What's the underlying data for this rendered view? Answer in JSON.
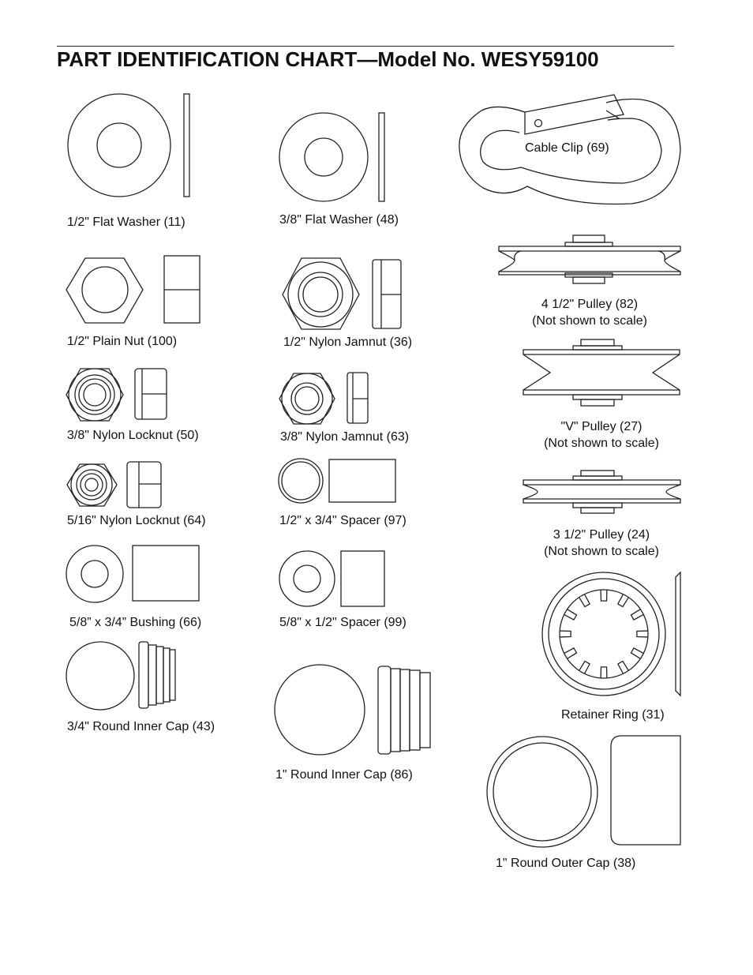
{
  "title": "PART IDENTIFICATION CHART—Model No. WESY59100",
  "parts": {
    "flat_washer_half": "1/2\" Flat Washer (11)",
    "flat_washer_3_8": "3/8\" Flat Washer (48)",
    "cable_clip": "Cable Clip (69)",
    "plain_nut": "1/2\" Plain Nut (100)",
    "nylon_jamnut_half": "1/2\" Nylon Jamnut (36)",
    "pulley_4_half": "4 1/2\" Pulley (82)",
    "pulley_4_half_note": "(Not shown to scale)",
    "nylon_locknut_3_8": "3/8\" Nylon Locknut (50)",
    "nylon_jamnut_3_8": "3/8\" Nylon Jamnut (63)",
    "v_pulley": "\"V\" Pulley (27)",
    "v_pulley_note": "(Not shown to scale)",
    "nylon_locknut_5_16": "5/16\" Nylon Locknut (64)",
    "spacer_97": "1/2\" x 3/4\" Spacer (97)",
    "pulley_3_half": "3 1/2\" Pulley (24)",
    "pulley_3_half_note": "(Not shown to scale)",
    "bushing": "5/8” x 3/4” Bushing (66)",
    "spacer_99": "5/8\" x 1/2\" Spacer (99)",
    "retainer_ring": "Retainer Ring (31)",
    "round_inner_cap_3_4": "3/4\" Round Inner Cap (43)",
    "round_inner_cap_1": "1\" Round Inner Cap (86)",
    "round_outer_cap": "1\" Round Outer Cap (38)"
  }
}
